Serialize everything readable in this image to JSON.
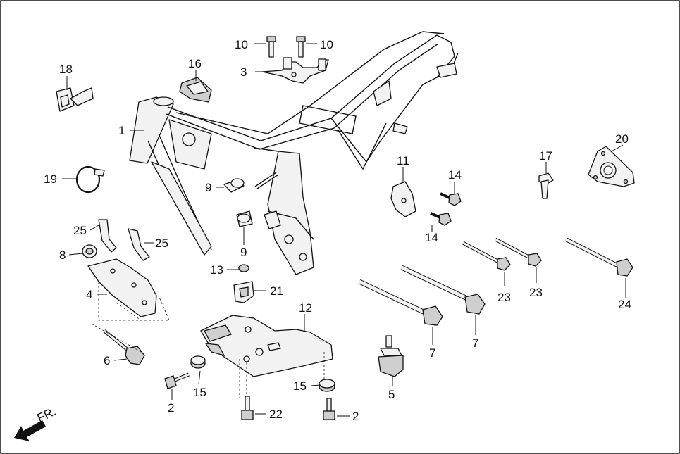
{
  "diagram": {
    "callouts": {
      "c1": "1",
      "c2a": "2",
      "c2b": "2",
      "c3": "3",
      "c4": "4",
      "c5": "5",
      "c6": "6",
      "c7a": "7",
      "c7b": "7",
      "c8": "8",
      "c9a": "9",
      "c9b": "9",
      "c10a": "10",
      "c10b": "10",
      "c11": "11",
      "c12": "12",
      "c13": "13",
      "c14a": "14",
      "c14b": "14",
      "c15a": "15",
      "c15b": "15",
      "c16": "16",
      "c17": "17",
      "c18": "18",
      "c19": "19",
      "c20": "20",
      "c21": "21",
      "c22": "22",
      "c23a": "23",
      "c23b": "23",
      "c24": "24",
      "c25a": "25",
      "c25b": "25"
    },
    "direction_label": "FR."
  }
}
